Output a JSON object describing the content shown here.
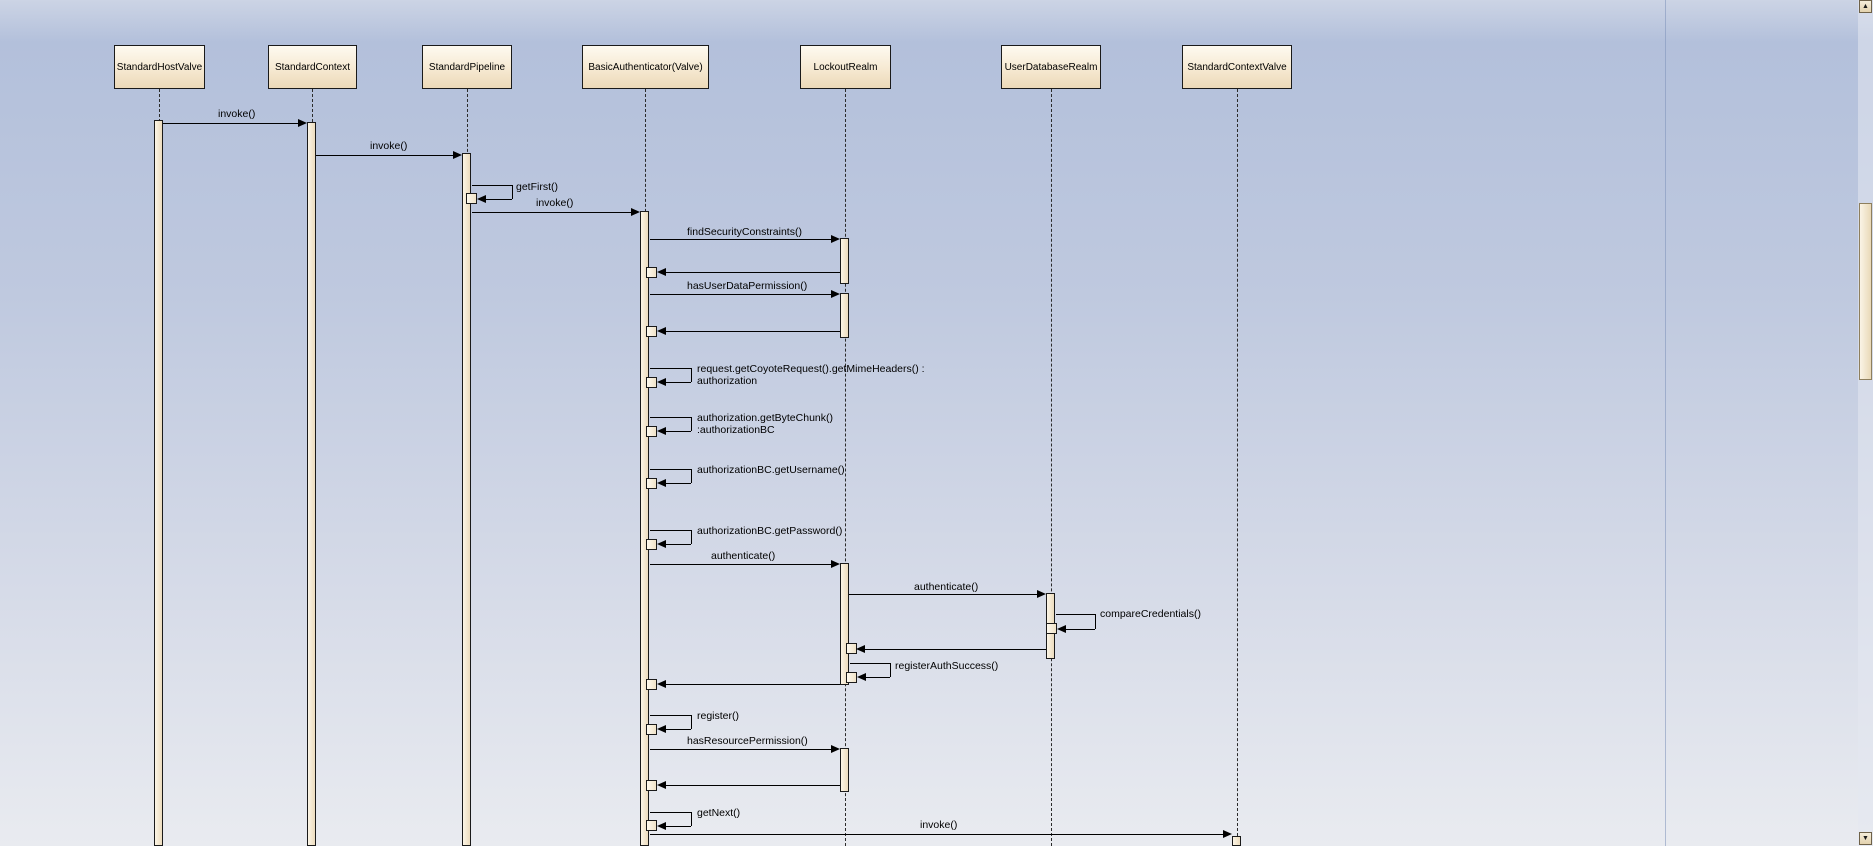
{
  "window": {
    "scrollbar": {
      "icons": {
        "up": "▲",
        "down": "▼"
      }
    }
  },
  "diagram": {
    "lifelines": [
      {
        "label": "StandardHostValve"
      },
      {
        "label": "StandardContext"
      },
      {
        "label": "StandardPipeline"
      },
      {
        "label": "BasicAuthenticator(Valve)"
      },
      {
        "label": "LockoutRealm"
      },
      {
        "label": "UserDatabaseRealm"
      },
      {
        "label": "StandardContextValve"
      }
    ],
    "messages": [
      {
        "label": "invoke()"
      },
      {
        "label": "invoke()"
      },
      {
        "label": "getFirst()"
      },
      {
        "label": "invoke()"
      },
      {
        "label": "findSecurityConstraints()"
      },
      {
        "label": "hasUserDataPermission()"
      },
      {
        "label": "request.getCoyoteRequest().getMimeHeaders() :\nauthorization"
      },
      {
        "label": "authorization.getByteChunk()\n:authorizationBC"
      },
      {
        "label": "authorizationBC.getUsername()"
      },
      {
        "label": "authorizationBC.getPassword()"
      },
      {
        "label": "authenticate()"
      },
      {
        "label": "authenticate()"
      },
      {
        "label": "compareCredentials()"
      },
      {
        "label": "registerAuthSuccess()"
      },
      {
        "label": "register()"
      },
      {
        "label": "hasResourcePermission()"
      },
      {
        "label": "getNext()"
      },
      {
        "label": "invoke()"
      }
    ]
  }
}
